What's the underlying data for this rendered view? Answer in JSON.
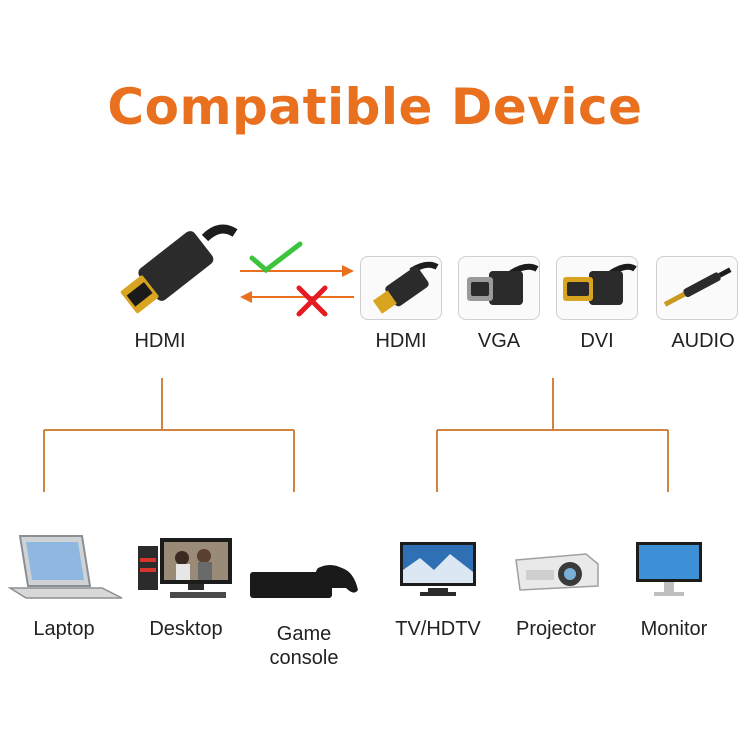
{
  "title": "Compatible Device",
  "accent_color": "#e8701f",
  "source": {
    "label": "HDMI",
    "icon": "hdmi-plug-icon"
  },
  "direction": {
    "allowed": "check-icon",
    "blocked": "cross-icon"
  },
  "outputs": [
    {
      "label": "HDMI",
      "icon": "hdmi-port-icon"
    },
    {
      "label": "VGA",
      "icon": "vga-port-icon"
    },
    {
      "label": "DVI",
      "icon": "dvi-port-icon"
    },
    {
      "label": "AUDIO",
      "icon": "audio-jack-icon"
    }
  ],
  "source_devices": [
    {
      "label": "Laptop",
      "icon": "laptop-icon"
    },
    {
      "label": "Desktop",
      "icon": "desktop-icon"
    },
    {
      "label": "Game console",
      "line1": "Game",
      "line2": "console",
      "icon": "game-console-icon"
    }
  ],
  "display_devices": [
    {
      "label": "TV/HDTV",
      "icon": "tv-icon"
    },
    {
      "label": "Projector",
      "icon": "projector-icon"
    },
    {
      "label": "Monitor",
      "icon": "monitor-icon"
    }
  ]
}
